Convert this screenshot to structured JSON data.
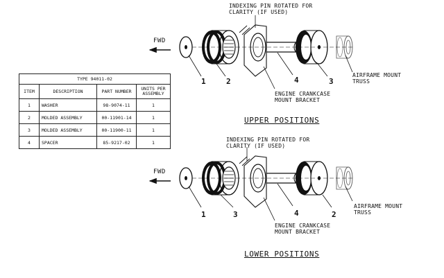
{
  "upper": {
    "note_line1": "INDEXING PIN ROTATED FOR",
    "note_line2": "CLARITY (IF USED)",
    "fwd": "FWD",
    "num_washer": "1",
    "num_front_mold": "2",
    "num_spacer": "4",
    "num_rear_mold": "3",
    "bracket_line1": "ENGINE CRANKCASE",
    "bracket_line2": "MOUNT BRACKET",
    "truss_line1": "AIRFRAME MOUNT",
    "truss_line2": "TRUSS",
    "heading": "UPPER POSITIONS"
  },
  "lower": {
    "note_line1": "INDEXING PIN ROTATED FOR",
    "note_line2": "CLARITY (IF USED)",
    "fwd": "FWD",
    "num_washer": "1",
    "num_front_mold": "3",
    "num_spacer": "4",
    "num_rear_mold": "2",
    "bracket_line1": "ENGINE CRANKCASE",
    "bracket_line2": "MOUNT BRACKET",
    "truss_line1": "AIRFRAME MOUNT",
    "truss_line2": "TRUSS",
    "heading": "LOWER POSITIONS"
  },
  "table": {
    "type_label": "TYPE 94011-02",
    "headers": {
      "item": "ITEM",
      "description": "DESCRIPTION",
      "part_number": "PART NUMBER",
      "units_line1": "UNITS PER",
      "units_line2": "ASSEMBLY"
    },
    "rows": [
      {
        "item": "1",
        "description": "WASHER",
        "part_number": "98-9074-11",
        "units": "1"
      },
      {
        "item": "2",
        "description": "MOLDED ASSEMBLY",
        "part_number": "00-11901-14",
        "units": "1"
      },
      {
        "item": "3",
        "description": "MOLDED ASSEMBLY",
        "part_number": "00-11900-11",
        "units": "1"
      },
      {
        "item": "4",
        "description": "SPACER",
        "part_number": "85-9217-02",
        "units": "1"
      }
    ]
  }
}
